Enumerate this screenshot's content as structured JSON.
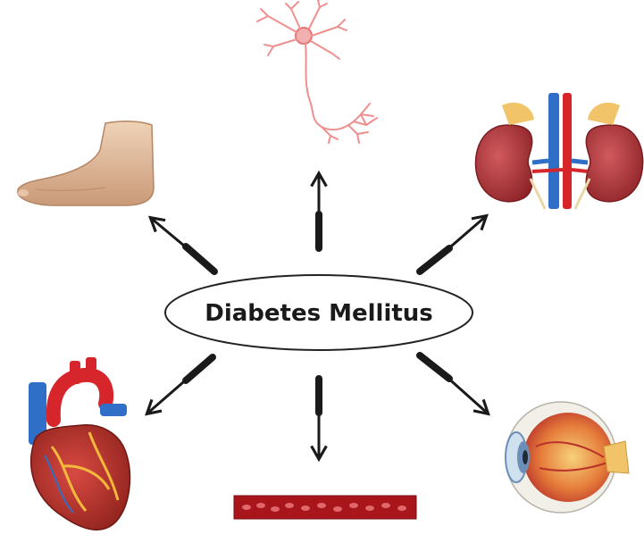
{
  "diagram": {
    "center": {
      "title": "Diabetes Mellitus"
    },
    "nodes": [
      {
        "id": "foot",
        "icon": "foot-illustration"
      },
      {
        "id": "neuron",
        "icon": "neuron-illustration"
      },
      {
        "id": "kidneys",
        "icon": "kidneys-illustration"
      },
      {
        "id": "heart",
        "icon": "heart-illustration"
      },
      {
        "id": "blood-vessel",
        "icon": "blood-vessel-illustration"
      },
      {
        "id": "eye",
        "icon": "eye-illustration"
      }
    ],
    "colors": {
      "arrow": "#1a1a1a",
      "ellipse_stroke": "#222222",
      "skin": "#e9c4a6",
      "neuron": "#ef8f8f",
      "kidney": "#b23a3f",
      "artery": "#d6262b",
      "vein": "#2f6fc7",
      "vessel": "#a8161b",
      "eye_white": "#f2efe9",
      "eye_iris": "#6b8fb8"
    }
  }
}
